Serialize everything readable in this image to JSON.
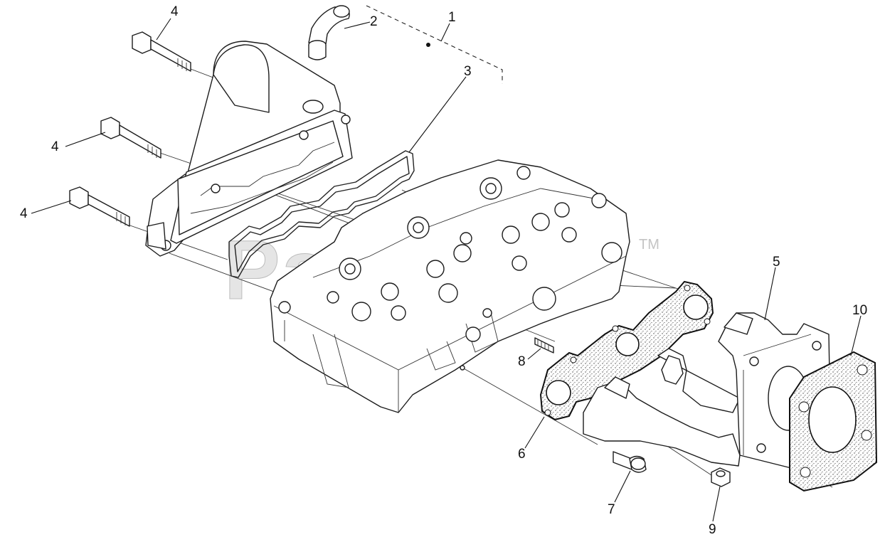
{
  "watermark": {
    "text": "PartsTree",
    "trademark": "TM"
  },
  "callouts": [
    {
      "id": "callout-1",
      "label": "1"
    },
    {
      "id": "callout-2",
      "label": "2"
    },
    {
      "id": "callout-3",
      "label": "3"
    },
    {
      "id": "callout-4a",
      "label": "4"
    },
    {
      "id": "callout-4b",
      "label": "4"
    },
    {
      "id": "callout-4c",
      "label": "4"
    },
    {
      "id": "callout-5",
      "label": "5"
    },
    {
      "id": "callout-6",
      "label": "6"
    },
    {
      "id": "callout-7",
      "label": "7"
    },
    {
      "id": "callout-8",
      "label": "8"
    },
    {
      "id": "callout-9",
      "label": "9"
    },
    {
      "id": "callout-10",
      "label": "10"
    }
  ]
}
